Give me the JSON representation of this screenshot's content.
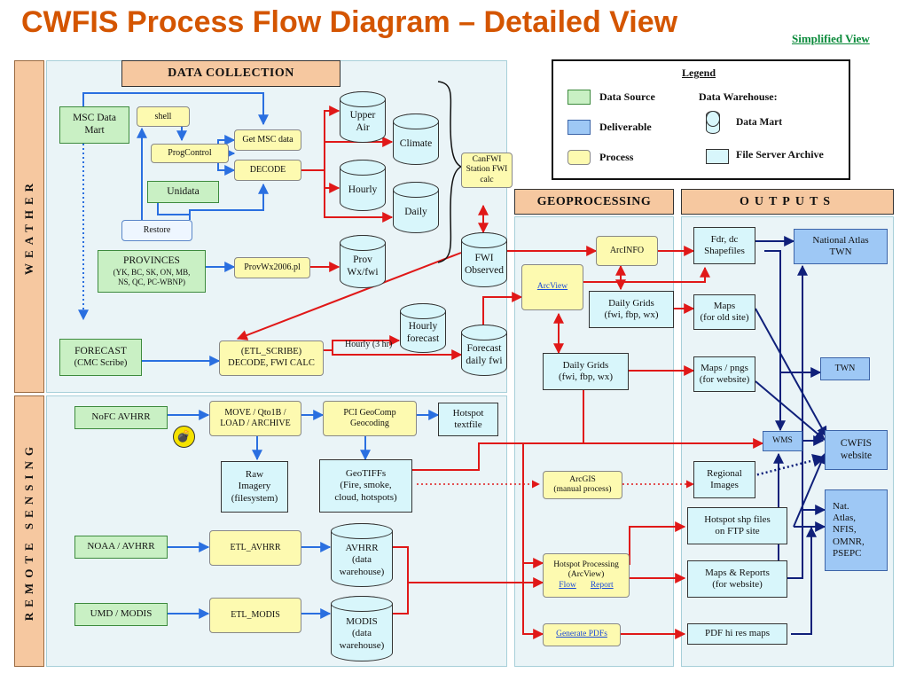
{
  "title": "CWFIS Process Flow Diagram – Detailed View",
  "simplified_link": "Simplified View",
  "side_labels": {
    "weather": "WEATHER",
    "remote_sensing": "REMOTE SENSING"
  },
  "headers": {
    "data_collection": "DATA COLLECTION",
    "geoprocessing": "GEOPROCESSING",
    "outputs": "OUTPUTS"
  },
  "legend": {
    "title": "Legend",
    "data_source": "Data Source",
    "deliverable": "Deliverable",
    "process": "Process",
    "data_warehouse": "Data Warehouse:",
    "data_mart": "Data Mart",
    "file_server_archive": "File Server Archive"
  },
  "nodes": {
    "msc_data_mart": "MSC Data\nMart",
    "shell": "shell",
    "progcontrol": "ProgControl",
    "get_msc_data": "Get MSC data",
    "decode": "DECODE",
    "unidata": "Unidata",
    "restore": "Restore",
    "provinces_title": "PROVINCES",
    "provinces_list": "(YK, BC, SK, ON, MB,\nNS, QC, PC-WBNP)",
    "provwx2006": "ProvWx2006.pl",
    "upper_air": "Upper\nAir",
    "climate": "Climate",
    "hourly": "Hourly",
    "daily": "Daily",
    "prov_wxfwi": "Prov\nWx/fwi",
    "canfwi": "CanFWI\nStation FWI calc",
    "fwi_observed": "FWI\nObserved",
    "hourly_forecast": "Hourly\nforecast",
    "forecast_daily_fwi": "Forecast\ndaily fwi",
    "forecast_title": "FORECAST",
    "forecast_sub": "(CMC Scribe)",
    "etl_scribe": "(ETL_SCRIBE)\nDECODE, FWI CALC",
    "hourly_3hr": "Hourly (3 hr)",
    "arcinfo": "ArcINFO",
    "arcview": "ArcView",
    "daily_grids_1": "Daily Grids\n(fwi, fbp, wx)",
    "daily_grids_2": "Daily Grids\n(fwi, fbp, wx)",
    "fdr_dc": "Fdr, dc\nShapefiles",
    "maps_old": "Maps\n(for old site)",
    "maps_pngs": "Maps / pngs\n(for website)",
    "national_atlas": "National Atlas\nTWN",
    "twn": "TWN",
    "wms": "WMS",
    "cwfis_website": "CWFIS\nwebsite",
    "nofc_avhrr": "NoFC AVHRR",
    "move_load": "MOVE / Qto1B /\nLOAD / ARCHIVE",
    "pci_geocomp": "PCI GeoComp\nGeocoding",
    "hotspot_textfile": "Hotspot\ntextfile",
    "raw_imagery": "Raw\nImagery\n(filesystem)",
    "geotiffs": "GeoTIFFs\n(Fire, smoke,\ncloud, hotspots)",
    "arcgis": "ArcGIS\n(manual process)",
    "regional_images": "Regional\nImages",
    "nat_atlas_list": "Nat.\nAtlas,\nNFIS,\nOMNR,\nPSEPC",
    "noaa_avhrr": "NOAA / AVHRR",
    "etl_avhrr": "ETL_AVHRR",
    "avhrr_dw": "AVHRR\n(data\nwarehouse)",
    "hotspot_proc_title": "Hotspot Processing\n(ArcView)",
    "flow_link": "Flow",
    "report_link": "Report",
    "hotspot_shp": "Hotspot shp files\non FTP site",
    "maps_reports": "Maps & Reports\n(for website)",
    "umd_modis": "UMD / MODIS",
    "etl_modis": "ETL_MODIS",
    "modis_dw": "MODIS\n(data\nwarehouse)",
    "generate_pdfs": "Generate PDFs",
    "pdf_hires": "PDF hi res maps"
  },
  "colors": {
    "title": "#d45500",
    "data_source": "#c9f0c4",
    "process": "#fdfab0",
    "archive": "#d8f6fb",
    "deliverable": "#9ec8f5",
    "red_arrow": "#e01818",
    "blue_arrow": "#2a6fe0",
    "navy_arrow": "#10207a"
  },
  "icons": {
    "bomb": "bomb-icon"
  }
}
